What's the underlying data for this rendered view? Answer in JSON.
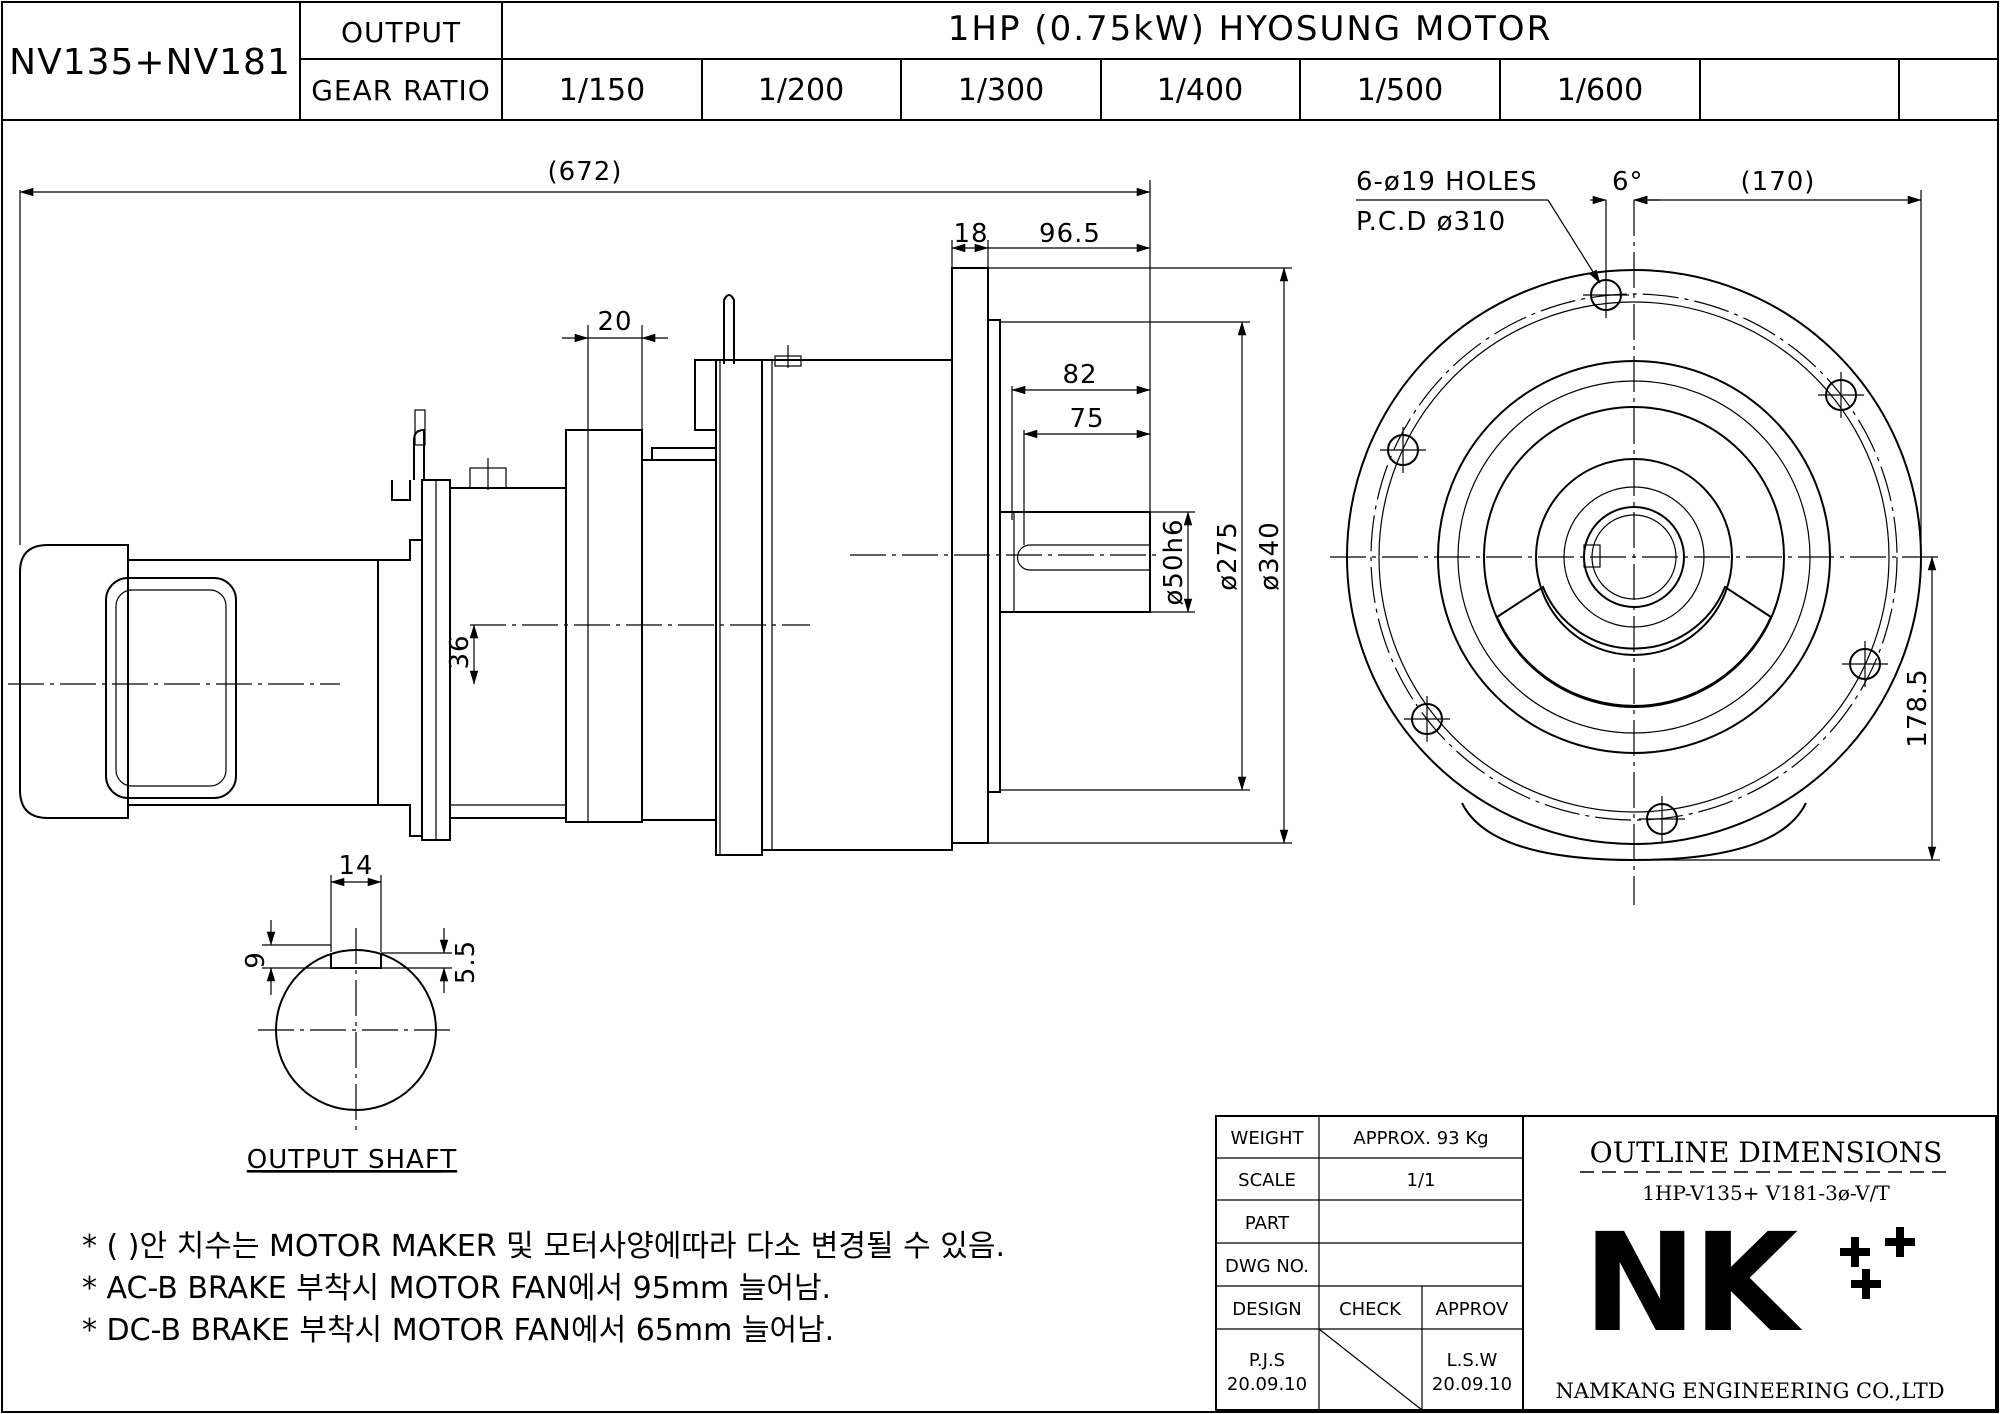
{
  "header": {
    "model": "NV135+NV181",
    "output_label": "OUTPUT",
    "output_value": "1HP (0.75kW) HYOSUNG MOTOR",
    "gear_ratio_label": "GEAR RATIO",
    "gear_ratios": [
      "1/150",
      "1/200",
      "1/300",
      "1/400",
      "1/500",
      "1/600",
      "",
      ""
    ]
  },
  "side_view": {
    "dims": {
      "overall": "(672)",
      "flange_thk": "18",
      "shaft_len": "96.5",
      "key_len_outer": "82",
      "key_len": "75",
      "shaft_dia": "ø50h6",
      "spigot_dia": "ø275",
      "flange_dia": "ø340",
      "ring_width": "20",
      "offset": "36"
    }
  },
  "front_view": {
    "holes": "6-ø19 HOLES",
    "pcd": "P.C.D ø310",
    "angle": "6°",
    "width": "(170)",
    "height": "178.5"
  },
  "shaft_detail": {
    "key_width": "14",
    "key_height": "9",
    "key_depth": "5.5",
    "caption": "OUTPUT SHAFT"
  },
  "notes": [
    "* ( )안 치수는 MOTOR MAKER 및 모터사양에따라 다소 변경될 수 있음.",
    "* AC-B BRAKE 부착시 MOTOR FAN에서 95mm 늘어남.",
    "* DC-B BRAKE 부착시 MOTOR FAN에서 65mm 늘어남."
  ],
  "title_block": {
    "weight_label": "WEIGHT",
    "weight_value": "APPROX. 93 Kg",
    "scale_label": "SCALE",
    "scale_value": "1/1",
    "part_label": "PART",
    "part_value": "",
    "dwg_label": "DWG NO.",
    "dwg_value": "",
    "design_label": "DESIGN",
    "check_label": "CHECK",
    "approv_label": "APPROV",
    "design_name": "P.J.S",
    "design_date": "20.09.10",
    "approv_name": "L.S.W",
    "approv_date": "20.09.10",
    "doc_title": "OUTLINE DIMENSIONS",
    "doc_code": "1HP-V135+ V181-3ø-V/T",
    "logo": "NK",
    "company": "NAMKANG ENGINEERING CO.,LTD"
  }
}
